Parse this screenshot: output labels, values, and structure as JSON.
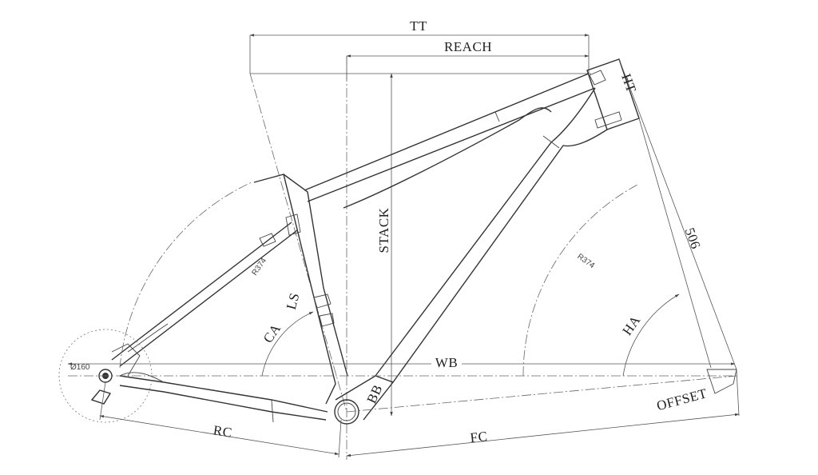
{
  "labels": {
    "tt": "TT",
    "reach": "REACH",
    "ht": "HT",
    "stack": "STACK",
    "ls": "LS",
    "ca": "CA",
    "wb": "WB",
    "ha": "HA",
    "bb": "BB",
    "offset": "OFFSET",
    "rc": "RC",
    "fc": "FC",
    "fork_length": "506",
    "radius_left": "R374",
    "radius_right": "R374",
    "wheel_dia": "Ø160"
  }
}
